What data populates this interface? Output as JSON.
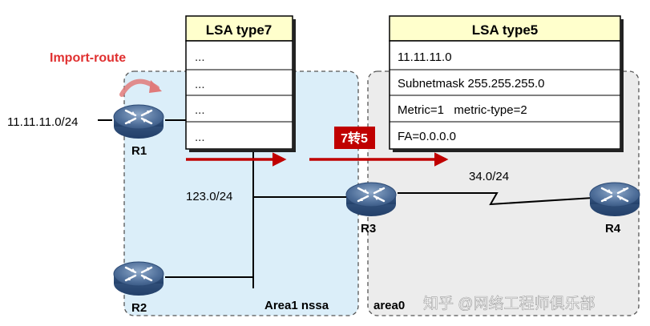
{
  "import_route_label": "Import-route",
  "network_label": "11.11.11.0/24",
  "routers": {
    "r1": "R1",
    "r2": "R2",
    "r3": "R3",
    "r4": "R4"
  },
  "link_labels": {
    "area1_segment": "123.0/24",
    "backbone_link": "34.0/24"
  },
  "areas": {
    "area1": "Area1 nssa",
    "area0": "area0"
  },
  "lsa_type7": {
    "title": "LSA type7",
    "rows": [
      "...",
      "...",
      "...",
      "..."
    ]
  },
  "lsa_type5": {
    "title": "LSA type5",
    "rows": [
      "11.11.11.0",
      "Subnetmask 255.255.255.0",
      "Metric=1   metric-type=2",
      "FA=0.0.0.0"
    ]
  },
  "translate_badge": "7转5",
  "watermark": "知乎 @网络工程师俱乐部",
  "colors": {
    "area1_fill": "#dbeef9",
    "area0_fill": "#ececec",
    "lsa_header": "#ffffcc",
    "arrow_red": "#c00000",
    "badge_red": "#c00000",
    "import_text": "#e03030"
  }
}
